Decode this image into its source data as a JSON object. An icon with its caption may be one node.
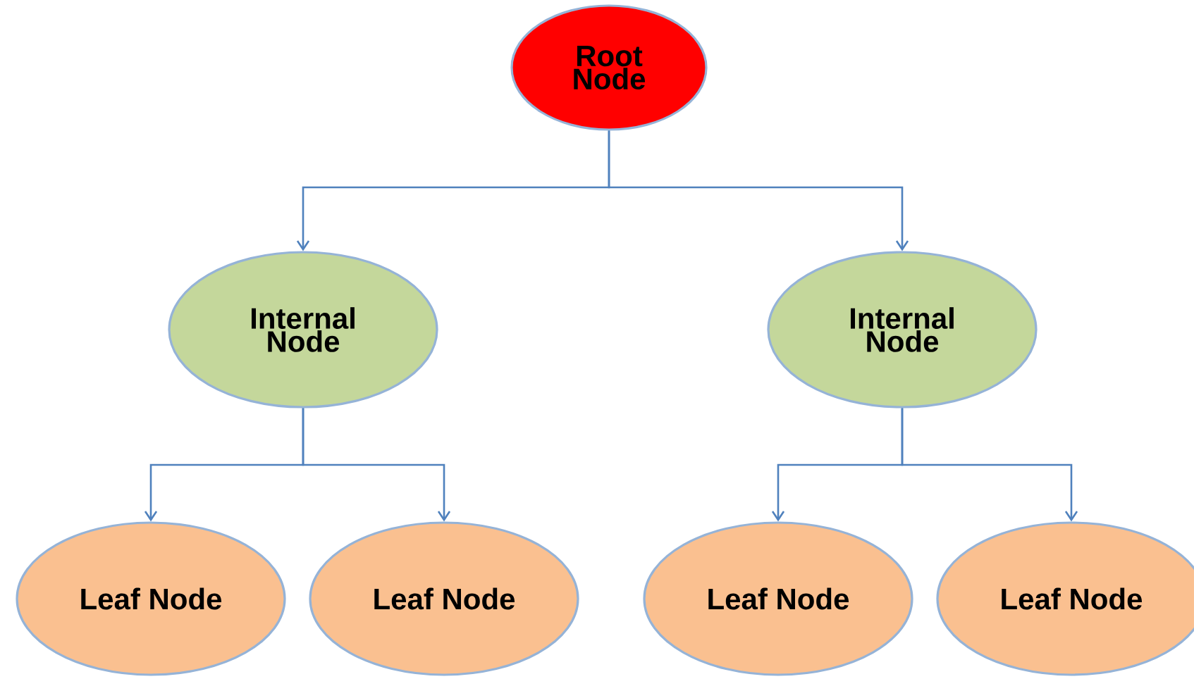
{
  "diagram": {
    "nodes": [
      {
        "text": [
          "Root Node"
        ]
      },
      {
        "text": [
          "Internal Node"
        ]
      },
      {
        "text": [
          "Internal Node"
        ]
      },
      {
        "text": [
          "Leaf Node"
        ]
      },
      {
        "text": [
          "Leaf Node"
        ]
      },
      {
        "text": [
          "Leaf Node"
        ]
      },
      {
        "text": [
          "Leaf Node"
        ]
      }
    ],
    "edges": [
      {
        "from": 0,
        "to": 1,
        "arrow": "to"
      },
      {
        "from": 0,
        "to": 2,
        "arrow": "to"
      },
      {
        "from": 1,
        "to": 3,
        "arrow": "to"
      },
      {
        "from": 1,
        "to": 4,
        "arrow": "to"
      },
      {
        "from": 2,
        "to": 5,
        "arrow": "to"
      },
      {
        "from": 2,
        "to": 6,
        "arrow": "to"
      }
    ]
  }
}
